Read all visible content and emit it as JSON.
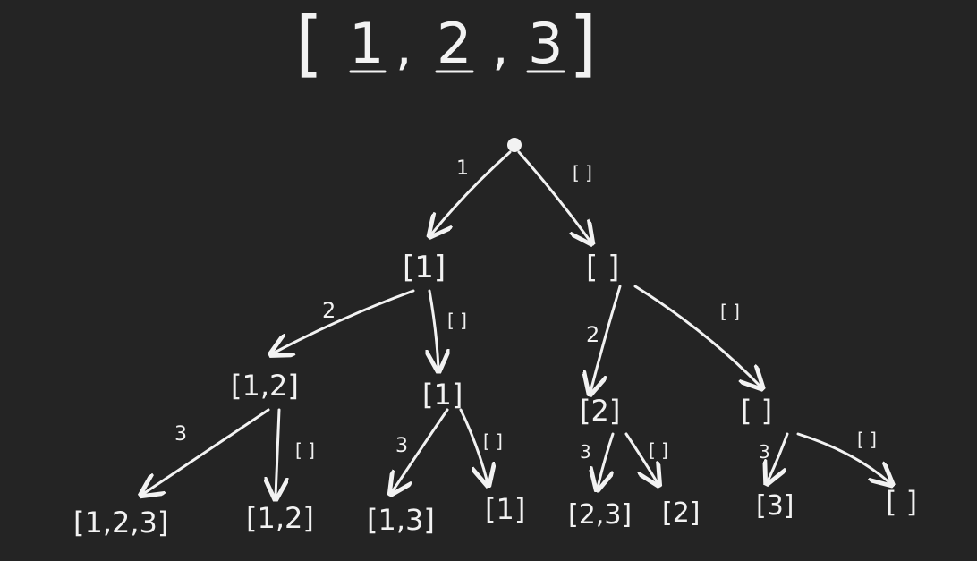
{
  "title": {
    "open": "[",
    "items": [
      "1",
      "2",
      "3"
    ],
    "commas": [
      ",",
      ","
    ],
    "close": "]"
  },
  "tree": {
    "nodes": {
      "root": "",
      "n1": "[1]",
      "n0": "[ ]",
      "n12": "[1,2]",
      "n1b": "[1]",
      "n2": "[2]",
      "n00": "[ ]",
      "l123": "[1,2,3]",
      "l12": "[1,2]",
      "l13": "[1,3]",
      "l1": "[1]",
      "l23": "[2,3]",
      "l2": "[2]",
      "l3": "[3]",
      "l0": "[ ]"
    },
    "edge_labels": {
      "root_n1": "1",
      "root_n0": "[ ]",
      "n1_n12": "2",
      "n1_n1b": "[ ]",
      "n0_n2": "2",
      "n0_n00": "[ ]",
      "n12_l123": "3",
      "n12_l12": "[ ]",
      "n1b_l13": "3",
      "n1b_l1": "[ ]",
      "n2_l23": "3",
      "n2_l2": "[ ]",
      "n00_l3": "3",
      "n00_l0": "[ ]"
    }
  },
  "colors": {
    "background": "#242424",
    "ink": "#f2f2f2"
  }
}
